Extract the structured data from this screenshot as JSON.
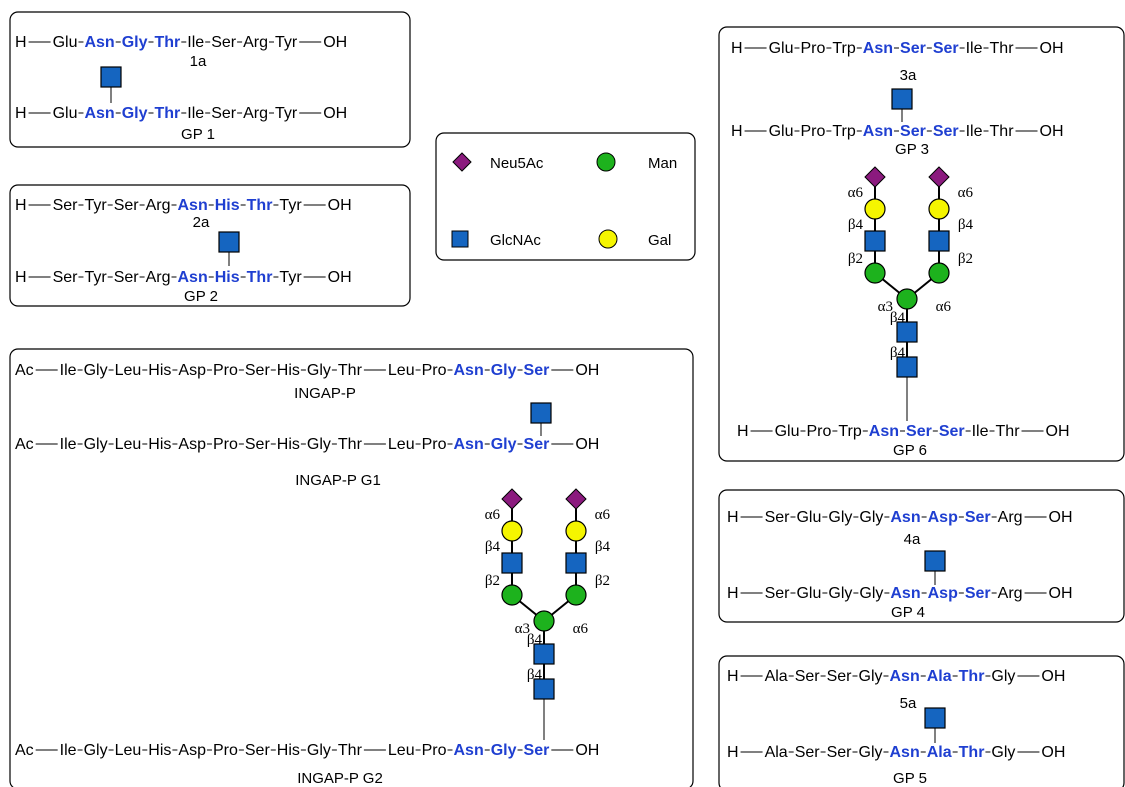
{
  "colors": {
    "neu5ac": "#8b1a7e",
    "glcnac": "#1565c0",
    "man": "#1db21d",
    "gal": "#f5f500",
    "highlight": "#1f3fd1",
    "frame": "#000000"
  },
  "legend": {
    "neu5ac": "Neu5Ac",
    "man": "Man",
    "glcnac": "GlcNAc",
    "gal": "Gal"
  },
  "gp1": {
    "seq_a": [
      {
        "t": "H",
        "hl": false,
        "sep": "long"
      },
      {
        "t": "Glu",
        "hl": false,
        "sep": "-"
      },
      {
        "t": "Asn",
        "hl": true,
        "sep": "-"
      },
      {
        "t": "Gly",
        "hl": true,
        "sep": "-"
      },
      {
        "t": "Thr",
        "hl": true,
        "sep": "-"
      },
      {
        "t": "Ile",
        "hl": false,
        "sep": "-"
      },
      {
        "t": "Ser",
        "hl": false,
        "sep": "-"
      },
      {
        "t": "Arg",
        "hl": false,
        "sep": "-"
      },
      {
        "t": "Tyr",
        "hl": false,
        "sep": "long"
      },
      {
        "t": "OH",
        "hl": false,
        "sep": ""
      }
    ],
    "label_a": "1a",
    "label_b": "GP 1"
  },
  "gp2": {
    "seq_a": [
      {
        "t": "H",
        "hl": false,
        "sep": "long"
      },
      {
        "t": "Ser",
        "hl": false,
        "sep": "-"
      },
      {
        "t": "Tyr",
        "hl": false,
        "sep": "-"
      },
      {
        "t": "Ser",
        "hl": false,
        "sep": "-"
      },
      {
        "t": "Arg",
        "hl": false,
        "sep": "-"
      },
      {
        "t": "Asn",
        "hl": true,
        "sep": "-"
      },
      {
        "t": "His",
        "hl": true,
        "sep": "-"
      },
      {
        "t": "Thr",
        "hl": true,
        "sep": "-"
      },
      {
        "t": "Tyr",
        "hl": false,
        "sep": "long"
      },
      {
        "t": "OH",
        "hl": false,
        "sep": ""
      }
    ],
    "label_a": "2a",
    "label_b": "GP 2"
  },
  "gp3": {
    "seq_a": [
      {
        "t": "H",
        "hl": false,
        "sep": "long"
      },
      {
        "t": "Glu",
        "hl": false,
        "sep": "-"
      },
      {
        "t": "Pro",
        "hl": false,
        "sep": "-"
      },
      {
        "t": "Trp",
        "hl": false,
        "sep": "-"
      },
      {
        "t": "Asn",
        "hl": true,
        "sep": "-"
      },
      {
        "t": "Ser",
        "hl": true,
        "sep": "-"
      },
      {
        "t": "Ser",
        "hl": true,
        "sep": "-"
      },
      {
        "t": "Ile",
        "hl": false,
        "sep": "-"
      },
      {
        "t": "Thr",
        "hl": false,
        "sep": "long"
      },
      {
        "t": "OH",
        "hl": false,
        "sep": ""
      }
    ],
    "label_a": "3a",
    "label_b": "GP 3",
    "label_c": "GP 6"
  },
  "gp4": {
    "seq_a": [
      {
        "t": "H",
        "hl": false,
        "sep": "long"
      },
      {
        "t": "Ser",
        "hl": false,
        "sep": "-"
      },
      {
        "t": "Glu",
        "hl": false,
        "sep": "-"
      },
      {
        "t": "Gly",
        "hl": false,
        "sep": "-"
      },
      {
        "t": "Gly",
        "hl": false,
        "sep": "-"
      },
      {
        "t": "Asn",
        "hl": true,
        "sep": "-"
      },
      {
        "t": "Asp",
        "hl": true,
        "sep": "-"
      },
      {
        "t": "Ser",
        "hl": true,
        "sep": "-"
      },
      {
        "t": "Arg",
        "hl": false,
        "sep": "long"
      },
      {
        "t": "OH",
        "hl": false,
        "sep": ""
      }
    ],
    "label_a": "4a",
    "label_b": "GP 4"
  },
  "gp5": {
    "seq_a": [
      {
        "t": "H",
        "hl": false,
        "sep": "long"
      },
      {
        "t": "Ala",
        "hl": false,
        "sep": "-"
      },
      {
        "t": "Ser",
        "hl": false,
        "sep": "-"
      },
      {
        "t": "Ser",
        "hl": false,
        "sep": "-"
      },
      {
        "t": "Gly",
        "hl": false,
        "sep": "-"
      },
      {
        "t": "Asn",
        "hl": true,
        "sep": "-"
      },
      {
        "t": "Ala",
        "hl": true,
        "sep": "-"
      },
      {
        "t": "Thr",
        "hl": true,
        "sep": "-"
      },
      {
        "t": "Gly",
        "hl": false,
        "sep": "long"
      },
      {
        "t": "OH",
        "hl": false,
        "sep": ""
      }
    ],
    "label_a": "5a",
    "label_b": "GP 5"
  },
  "ingap": {
    "seq_a": [
      {
        "t": "Ac",
        "hl": false,
        "sep": "long"
      },
      {
        "t": "Ile",
        "hl": false,
        "sep": "-"
      },
      {
        "t": "Gly",
        "hl": false,
        "sep": "-"
      },
      {
        "t": "Leu",
        "hl": false,
        "sep": "-"
      },
      {
        "t": "His",
        "hl": false,
        "sep": "-"
      },
      {
        "t": "Asp",
        "hl": false,
        "sep": "-"
      },
      {
        "t": "Pro",
        "hl": false,
        "sep": "-"
      },
      {
        "t": "Ser",
        "hl": false,
        "sep": "-"
      },
      {
        "t": "His",
        "hl": false,
        "sep": "-"
      },
      {
        "t": "Gly",
        "hl": false,
        "sep": "-"
      },
      {
        "t": "Thr",
        "hl": false,
        "sep": "long"
      },
      {
        "t": "Leu",
        "hl": false,
        "sep": "-"
      },
      {
        "t": "Pro",
        "hl": false,
        "sep": "-"
      },
      {
        "t": "Asn",
        "hl": true,
        "sep": "-"
      },
      {
        "t": "Gly",
        "hl": true,
        "sep": "-"
      },
      {
        "t": "Ser",
        "hl": true,
        "sep": "long"
      },
      {
        "t": "OH",
        "hl": false,
        "sep": ""
      }
    ],
    "label_a": "INGAP-P",
    "label_b": "INGAP-P G1",
    "label_c": "INGAP-P G2"
  },
  "linkages": {
    "a6": "α6",
    "b4": "β4",
    "b2": "β2",
    "a3": "α3"
  }
}
